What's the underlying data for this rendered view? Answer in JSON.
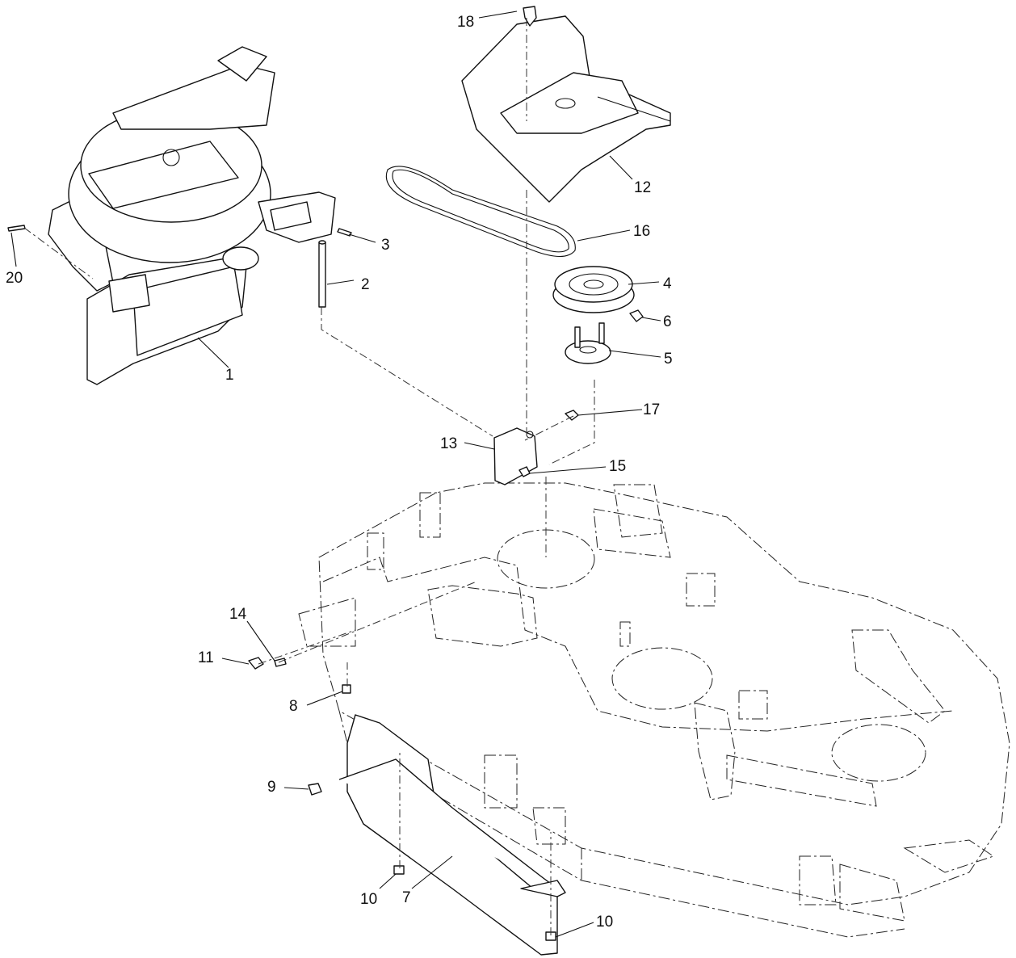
{
  "callouts": [
    {
      "id": "c1",
      "label": "1"
    },
    {
      "id": "c2",
      "label": "2"
    },
    {
      "id": "c3",
      "label": "3"
    },
    {
      "id": "c4",
      "label": "4"
    },
    {
      "id": "c5",
      "label": "5"
    },
    {
      "id": "c6",
      "label": "6"
    },
    {
      "id": "c7",
      "label": "7"
    },
    {
      "id": "c8",
      "label": "8"
    },
    {
      "id": "c9",
      "label": "9"
    },
    {
      "id": "c10a",
      "label": "10"
    },
    {
      "id": "c10b",
      "label": "10"
    },
    {
      "id": "c11",
      "label": "11"
    },
    {
      "id": "c12",
      "label": "12"
    },
    {
      "id": "c13",
      "label": "13"
    },
    {
      "id": "c14",
      "label": "14"
    },
    {
      "id": "c15",
      "label": "15"
    },
    {
      "id": "c16",
      "label": "16"
    },
    {
      "id": "c17",
      "label": "17"
    },
    {
      "id": "c18",
      "label": "18"
    },
    {
      "id": "c20",
      "label": "20"
    }
  ]
}
